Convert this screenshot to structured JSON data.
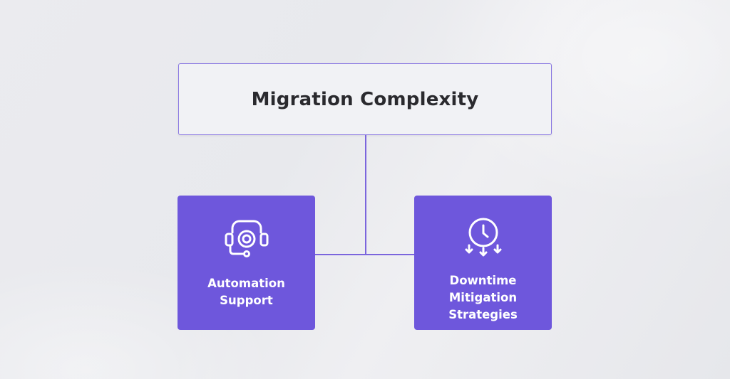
{
  "title": "Migration Complexity",
  "children": [
    {
      "icon": "headset-gear-icon",
      "label_lines": [
        "Automation",
        "Support"
      ]
    },
    {
      "icon": "clock-down-arrows-icon",
      "label_lines": [
        "Downtime",
        "Mitigation",
        "Strategies"
      ]
    }
  ],
  "colors": {
    "accent": "#6e57dc",
    "connector": "#7b65dd",
    "title_text": "#2a2a2e"
  }
}
